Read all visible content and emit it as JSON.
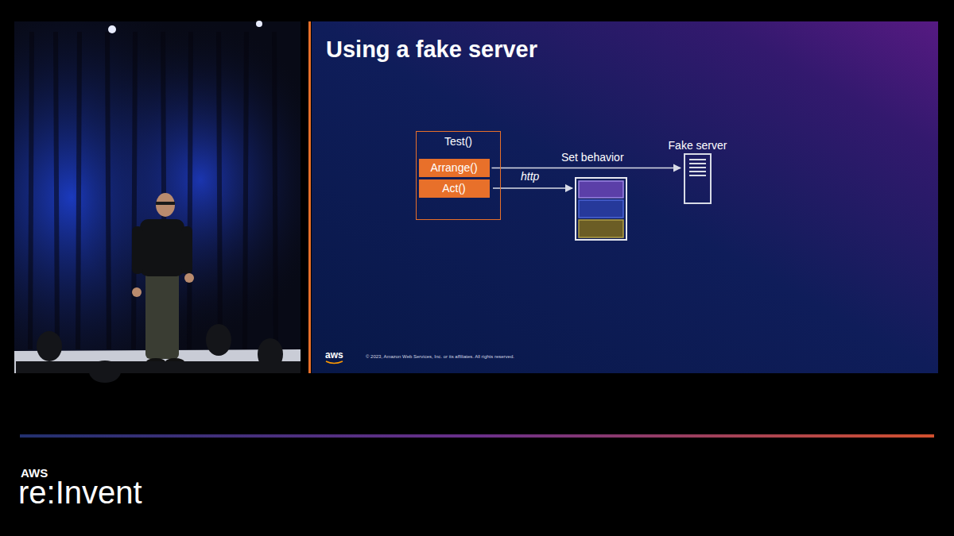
{
  "diagram": {
    "title": "Using a fake server",
    "nodes": [
      {
        "text": [
          "Test()"
        ]
      },
      {
        "text": [
          "Arrange()"
        ],
        "in": 0
      },
      {
        "text": [
          "Act()"
        ],
        "in": 0
      },
      {
        "text": [
          "Fake server"
        ]
      }
    ],
    "edges": [
      {
        "from": 1,
        "to": 3,
        "arrow": "to",
        "label": "Set behavior"
      }
    ],
    "labels": [
      "http",
      "aws",
      "© 2023, Amazon Web Services, Inc. or its affiliates. All rights reserved.",
      "AWS",
      "re:Invent"
    ]
  }
}
